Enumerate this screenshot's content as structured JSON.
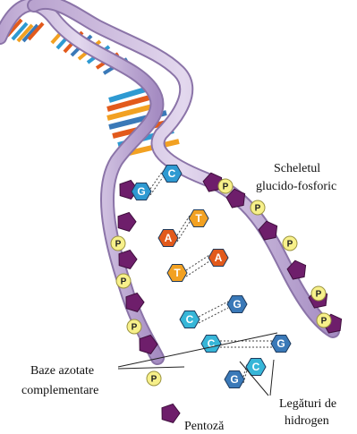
{
  "labels": {
    "backbone_line1": "Scheletul",
    "backbone_line2": "glucido-fosforic",
    "bases_line1": "Baze azotate",
    "bases_line2": "complementare",
    "hbond_line1": "Legături de",
    "hbond_line2": "hidrogen",
    "pentose": "Pentoză"
  },
  "phosphate_letter": "P",
  "base_pairs": [
    {
      "left": "G",
      "right": "C",
      "left_color": "#2e9ad2",
      "right_color": "#2e9ad2"
    },
    {
      "left": "A",
      "right": "T",
      "left_color": "#e25a1c",
      "right_color": "#f2a122"
    },
    {
      "left": "T",
      "right": "A",
      "left_color": "#f2a122",
      "right_color": "#e25a1c"
    },
    {
      "left": "C",
      "right": "G",
      "left_color": "#37b6d8",
      "right_color": "#3a79b8"
    },
    {
      "left": "C",
      "right": "G",
      "left_color": "#37b6d8",
      "right_color": "#3a79b8"
    },
    {
      "left": "G",
      "right": "C",
      "left_color": "#3a79b8",
      "right_color": "#37b6d8"
    }
  ],
  "colors": {
    "backbone": "#c7b3d9",
    "backbone_edge": "#8b74a8",
    "sugar": "#6e1e6b",
    "phosphate": "#f7f08a",
    "guanine": "#3a79b8",
    "cytosine": "#37b6d8",
    "adenine": "#e25a1c",
    "thymine": "#f2a122"
  }
}
